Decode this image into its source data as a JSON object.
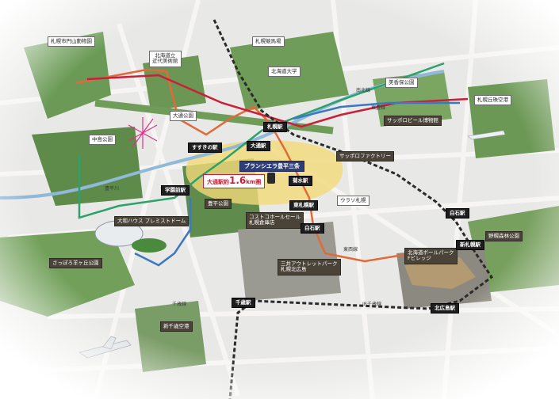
{
  "colors": {
    "route_namboku": "#2aa26a",
    "route_tozai": "#e06a3a",
    "route_toho": "#3a78c4",
    "route_jr": "#2b2b2b",
    "route_red": "#c8203a",
    "highlight_area": "#f3d978",
    "center_label_bg": "#2f3e78",
    "road": "#f2f0ee",
    "ground": "#e6e6e6"
  },
  "center": {
    "name": "ブランシエラ豊平三条",
    "radius_prefix": "大通駅約",
    "radius_value": "1.6",
    "radius_suffix": "km圏"
  },
  "places": [
    {
      "id": "maruyama-zoo",
      "text": "札幌市円山動物園"
    },
    {
      "id": "modern-art",
      "text": "北海道立\n近代美術館"
    },
    {
      "id": "keibajo",
      "text": "札幌競馬場"
    },
    {
      "id": "hokudai",
      "text": "北海道大学"
    },
    {
      "id": "mikaho",
      "text": "美香保公園"
    },
    {
      "id": "okadama",
      "text": "札幌丘珠空港"
    },
    {
      "id": "odori-park",
      "text": "大通公園"
    },
    {
      "id": "beer-museum",
      "text": "サッポロビール博物館"
    },
    {
      "id": "nakajima",
      "text": "中島公園"
    },
    {
      "id": "factory",
      "text": "サッポロファクトリー"
    },
    {
      "id": "uraso",
      "text": "ウラソ札幌"
    },
    {
      "id": "toyohira-park",
      "text": "豊平公園"
    },
    {
      "id": "dome",
      "text": "大和ハウス プレミストドーム"
    },
    {
      "id": "costco",
      "text": "コストコホールセール\n札幌倉庫店"
    },
    {
      "id": "hitsujigaoka",
      "text": "さっぽろ羊ヶ丘公園"
    },
    {
      "id": "outlet",
      "text": "三井アウトレットパーク\n札幌北広島"
    },
    {
      "id": "f-village",
      "text": "北海道ボールパーク\nFビレッジ"
    },
    {
      "id": "nopporo",
      "text": "野幌森林公園"
    },
    {
      "id": "chitose-airport",
      "text": "新千歳空港"
    }
  ],
  "stations": [
    {
      "id": "sapporo",
      "text": "札幌駅"
    },
    {
      "id": "susukino",
      "text": "すすきの駅"
    },
    {
      "id": "odori",
      "text": "大通駅"
    },
    {
      "id": "gakuenmae",
      "text": "学園前駅"
    },
    {
      "id": "kikusui",
      "text": "菊水駅"
    },
    {
      "id": "higashi-sapporo",
      "text": "東札幌駅"
    },
    {
      "id": "shiroishi-subway",
      "text": "白石駅"
    },
    {
      "id": "shiroishi-jr",
      "text": "白石駅"
    },
    {
      "id": "shin-sapporo",
      "text": "新札幌駅"
    },
    {
      "id": "chitose",
      "text": "千歳駅"
    },
    {
      "id": "kita-hiroshima",
      "text": "北広島駅"
    }
  ],
  "lines": [
    {
      "id": "namboku",
      "text": "南北線"
    },
    {
      "id": "toho",
      "text": "東豊線"
    },
    {
      "id": "tozai",
      "text": "東西線"
    },
    {
      "id": "toyohira",
      "text": "豊平川"
    },
    {
      "id": "chitose-line",
      "text": "千歳線"
    },
    {
      "id": "jr-chitose",
      "text": "JR千歳線"
    }
  ]
}
